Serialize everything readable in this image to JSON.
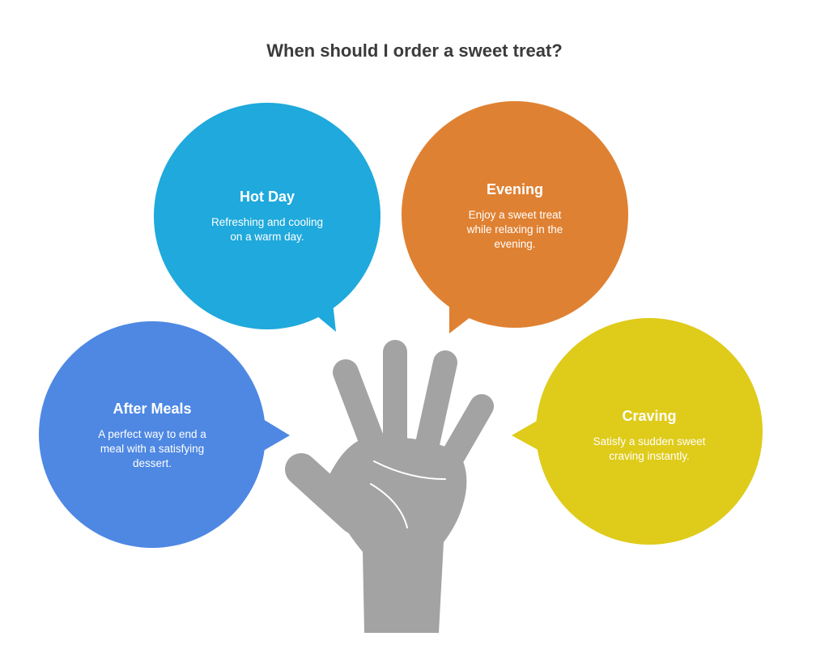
{
  "title": "When should I order a sweet treat?",
  "colors": {
    "hot_day": "#1fa9dc",
    "evening": "#df8132",
    "after_meals": "#4e88e3",
    "craving": "#dfcb1a",
    "hand": "#a3a3a3",
    "hand_lines": "#ffffff",
    "title_text": "#3b3b3b"
  },
  "bubbles": {
    "hot_day": {
      "title": "Hot Day",
      "desc": [
        "Refreshing and cooling",
        "on a warm day."
      ]
    },
    "evening": {
      "title": "Evening",
      "desc": [
        "Enjoy a sweet treat",
        "while relaxing in the",
        "evening."
      ]
    },
    "after_meals": {
      "title": "After Meals",
      "desc": [
        "A perfect way to end a",
        "meal with a satisfying",
        "dessert."
      ]
    },
    "craving": {
      "title": "Craving",
      "desc": [
        "Satisfy a sudden sweet",
        "craving instantly."
      ]
    }
  }
}
